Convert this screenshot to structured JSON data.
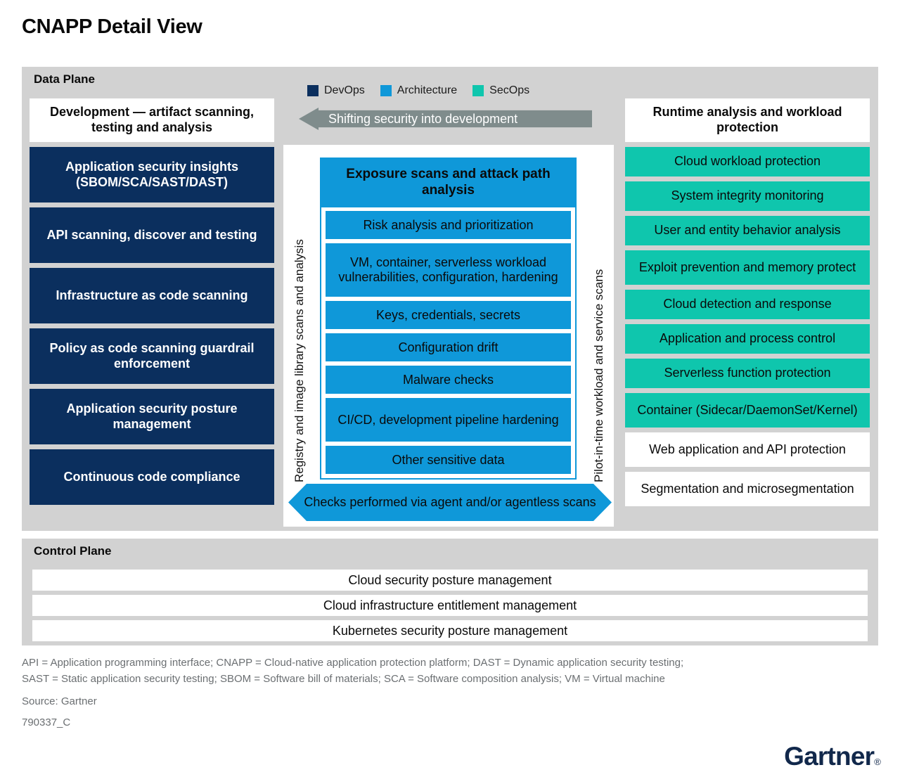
{
  "title": "CNAPP Detail View",
  "colors": {
    "devops": "#0b2f5e",
    "architecture": "#0f98d9",
    "secops": "#0fc6ad",
    "plane_bg": "#d2d2d2",
    "arrow_gray": "#7f8c8c",
    "gartner_navy": "#11284b"
  },
  "data_plane": {
    "label": "Data Plane",
    "legend": [
      {
        "label": "DevOps",
        "color": "#0b2f5e"
      },
      {
        "label": "Architecture",
        "color": "#0f98d9"
      },
      {
        "label": "SecOps",
        "color": "#0fc6ad"
      }
    ],
    "shift_arrow": "Shifting security into development",
    "left_column": {
      "heading": "Development — artifact scanning, testing and analysis",
      "items": [
        "Application security insights (SBOM/SCA/SAST/DAST)",
        "API scanning, discover and testing",
        "Infrastructure as code scanning",
        "Policy as code scanning guardrail enforcement",
        "Application security posture management",
        "Continuous code compliance"
      ]
    },
    "center": {
      "left_vertical_label": "Registry and image library scans and analysis",
      "right_vertical_label": "Pilot-in-time workload and service scans",
      "heading": "Exposure scans and attack path analysis",
      "items": [
        "Risk analysis and prioritization",
        "VM, container, serverless workload vulnerabilities, configuration,  hardening",
        "Keys, credentials, secrets",
        "Configuration drift",
        "Malware checks",
        "CI/CD, development pipeline hardening",
        "Other sensitive data"
      ],
      "bottom_arrow": "Checks performed via agent and/or agentless scans"
    },
    "right_column": {
      "heading": "Runtime analysis and workload protection",
      "items": [
        {
          "label": "Cloud workload protection",
          "style": "secops"
        },
        {
          "label": "System integrity monitoring",
          "style": "secops"
        },
        {
          "label": "User and entity behavior analysis",
          "style": "secops"
        },
        {
          "label": "Exploit prevention and memory protect",
          "style": "secops-two"
        },
        {
          "label": "Cloud detection and response",
          "style": "secops"
        },
        {
          "label": "Application and process control",
          "style": "secops"
        },
        {
          "label": "Serverless function protection",
          "style": "secops"
        },
        {
          "label": "Container (Sidecar/DaemonSet/Kernel)",
          "style": "secops-two"
        },
        {
          "label": "Web application and API protection",
          "style": "white"
        },
        {
          "label": "Segmentation and microsegmentation",
          "style": "white"
        }
      ]
    }
  },
  "control_plane": {
    "label": "Control Plane",
    "items": [
      "Cloud security posture management",
      "Cloud infrastructure entitlement management",
      "Kubernetes security posture management"
    ]
  },
  "footer": {
    "abbreviations_line1": "API = Application programming interface; CNAPP = Cloud-native application protection platform; DAST = Dynamic application security testing;",
    "abbreviations_line2": "SAST = Static application security testing; SBOM = Software bill of materials; SCA = Software composition analysis; VM = Virtual machine",
    "source": "Source: Gartner",
    "code": "790337_C",
    "logo": "Gartner"
  }
}
